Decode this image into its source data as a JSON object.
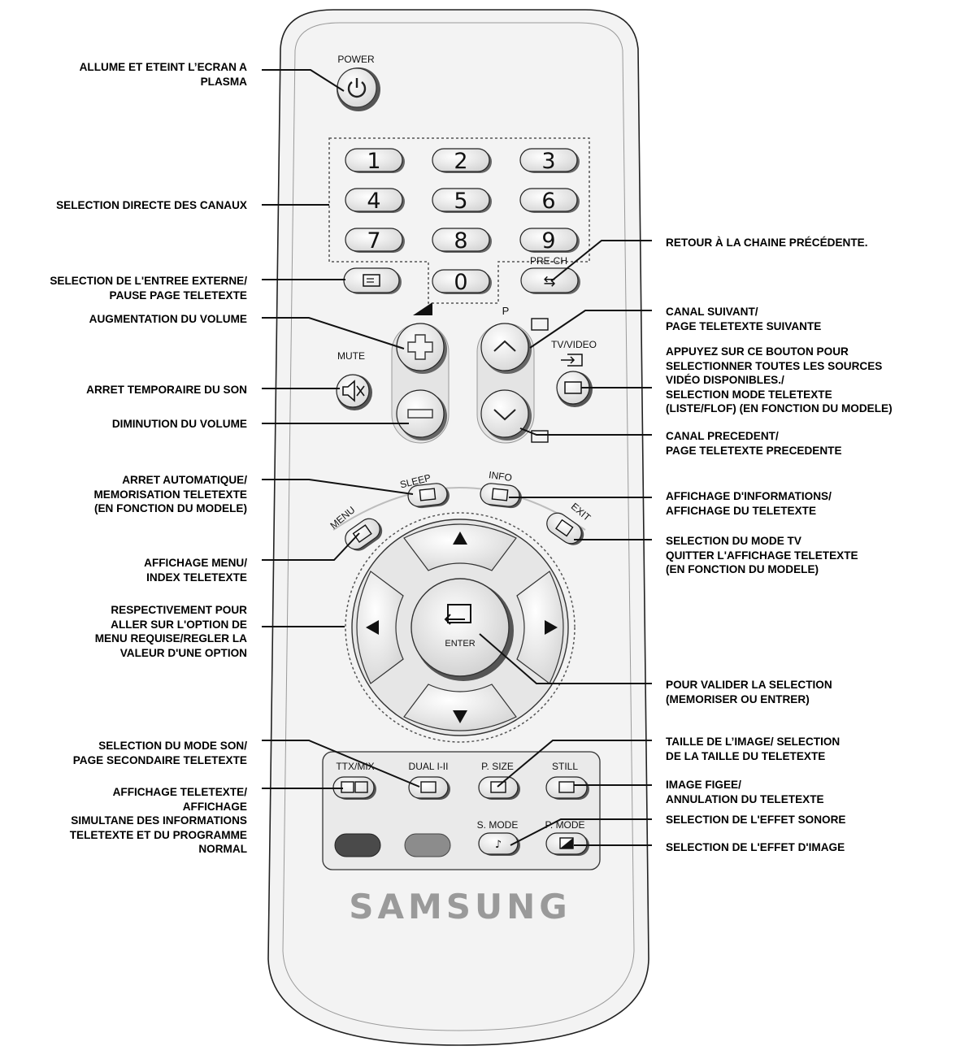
{
  "remote": {
    "power_label": "POWER",
    "numbers": [
      "1",
      "2",
      "3",
      "4",
      "5",
      "6",
      "7",
      "8",
      "9",
      "0"
    ],
    "prech_label": "PRE-CH",
    "mute_label": "MUTE",
    "p_label": "P",
    "tvvideo_label": "TV/VIDEO",
    "sleep_label": "SLEEP",
    "info_label": "INFO",
    "menu_label": "MENU",
    "exit_label": "EXIT",
    "enter_label": "ENTER",
    "ttxmix_label": "TTX/MIX",
    "dualhi_label": "DUAL I-II",
    "psize_label": "P. SIZE",
    "still_label": "STILL",
    "smode_label": "S. MODE",
    "pmode_label": "P. MODE",
    "brand": "SAMSUNG",
    "colors": {
      "body": "#f2f2f2",
      "button": "#e9e9e9",
      "red_key": "#4a4a4a",
      "green_key": "#8c8c8c",
      "brand": "#9a9a9a"
    }
  },
  "labels_left": [
    "ALLUME ET ETEINT L’ECRAN A\nPLASMA",
    "SELECTION DIRECTE DES CANAUX",
    "SELECTION DE L'ENTREE EXTERNE/\nPAUSE PAGE TELETEXTE",
    "AUGMENTATION DU VOLUME",
    "ARRET TEMPORAIRE DU SON",
    "DIMINUTION DU VOLUME",
    "ARRET AUTOMATIQUE/\nMEMORISATION TELETEXTE\n(EN FONCTION DU MODELE)",
    "AFFICHAGE MENU/\nINDEX TELETEXTE",
    "RESPECTIVEMENT POUR\nALLER SUR L'OPTION DE\nMENU REQUISE/REGLER LA\nVALEUR D'UNE OPTION",
    "SELECTION DU MODE SON/\nPAGE SECONDAIRE TELETEXTE",
    "AFFICHAGE TELETEXTE/\nAFFICHAGE\nSIMULTANE DES INFORMATIONS\nTELETEXTE ET DU PROGRAMME\nNORMAL"
  ],
  "labels_right": [
    "RETOUR À LA CHAINE PRÉCÉDENTE.",
    "CANAL SUIVANT/\nPAGE TELETEXTE SUIVANTE",
    "APPUYEZ SUR CE BOUTON POUR\nSELECTIONNER TOUTES LES SOURCES\nVIDÉO DISPONIBLES./\nSELECTION MODE TELETEXTE\n(LISTE/FLOF) (EN FONCTION DU MODELE)",
    "CANAL PRECEDENT/\nPAGE TELETEXTE PRECEDENTE",
    "AFFICHAGE D'INFORMATIONS/\nAFFICHAGE DU TELETEXTE",
    "SELECTION DU MODE TV\nQUITTER L'AFFICHAGE TELETEXTE\n(EN FONCTION DU MODELE)",
    "POUR VALIDER LA SELECTION\n(MEMORISER OU ENTRER)",
    "TAILLE DE L’IMAGE/ SELECTION\nDE LA TAILLE DU TELETEXTE",
    "IMAGE FIGEE/\nANNULATION DU TELETEXTE",
    "SELECTION DE L'EFFET SONORE",
    "SELECTION DE L'EFFET D'IMAGE"
  ]
}
